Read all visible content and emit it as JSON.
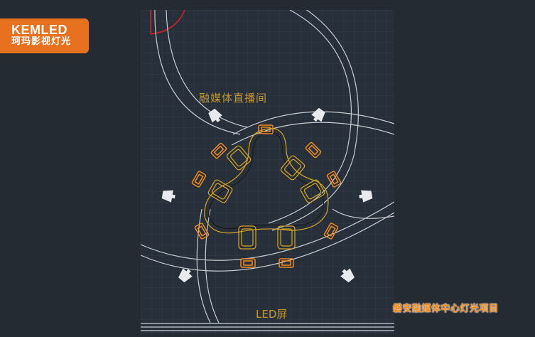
{
  "logo": {
    "brand": "KEMLED",
    "subtitle": "珂玛影视灯光"
  },
  "plan": {
    "room_title": "融媒体直播间",
    "screen_label": "LED屏"
  },
  "project_title": "磐安融媒体中心灯光项目",
  "colors": {
    "background": "#242b33",
    "grid": "#313b46",
    "wall_lines": "#c8ccd2",
    "orange_fixtures": "#f08a1c",
    "yellow_furniture": "#d9a620",
    "red_arc": "#d42020",
    "label": "#c9962a"
  },
  "icons": [
    "spotlight-fixture-icon",
    "softbox-fixture-icon",
    "chair-icon",
    "door-arc-icon"
  ]
}
